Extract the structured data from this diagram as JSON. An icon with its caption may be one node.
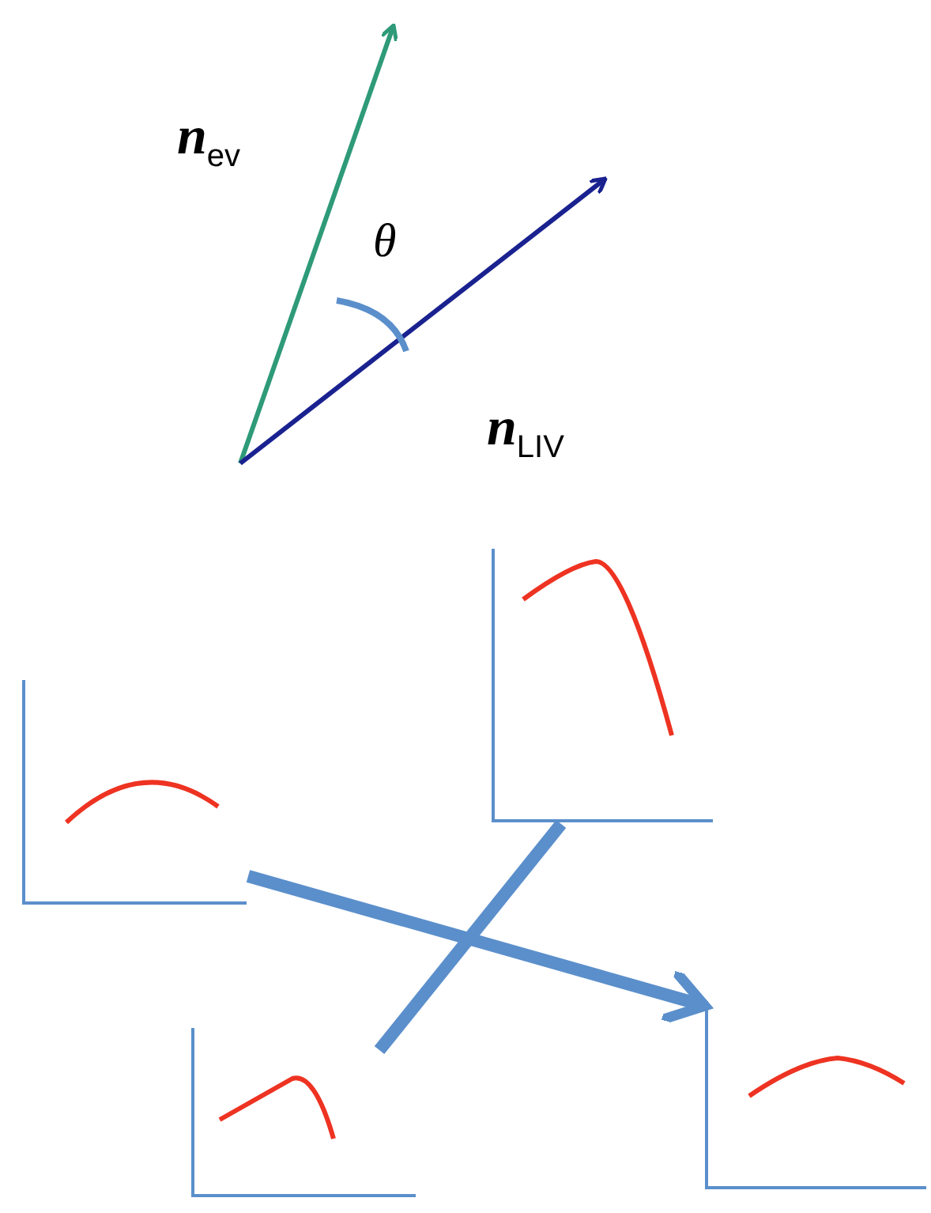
{
  "diagram": {
    "nodes": [
      {
        "text": [],
        "shape": "picture"
      },
      {
        "text": [],
        "shape": "picture"
      },
      {
        "text": [],
        "shape": "picture"
      },
      {
        "text": [],
        "shape": "picture"
      }
    ],
    "edges": [
      {
        "from": 0,
        "to": 3,
        "arrow": "to"
      },
      {
        "from": 1,
        "to": 2,
        "arrow": "none"
      }
    ],
    "labels": [
      "**n**$_{ev}$",
      "θ",
      "**n**$_{LIV}$"
    ]
  }
}
